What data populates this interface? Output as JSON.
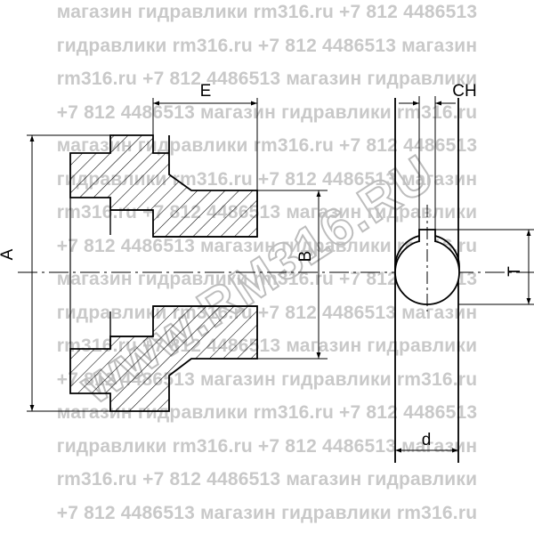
{
  "watermark": {
    "lines": [
      "магазин гидравлики rm316.ru +7 812 4486513",
      "гидравлики rm316.ru +7 812 4486513 магазин",
      "rm316.ru +7 812 4486513 магазин гидравлики",
      "+7 812 4486513 магазин гидравлики rm316.ru",
      "магазин гидравлики rm316.ru +7 812 4486513",
      "гидравлики rm316.ru +7 812 4486513 магазин",
      "rm316.ru +7 812 4486513 магазин гидравлики",
      "+7 812 4486513 магазин гидравлики rm316.ru",
      "магазин гидравлики rm316.ru +7 812 4486513",
      "гидравлики rm316.ru +7 812 4486513 магазин",
      "rm316.ru +7 812 4486513 магазин гидравлики",
      "+7 812 4486513 магазин гидравлики rm316.ru",
      "магазин гидравлики rm316.ru +7 812 4486513",
      "гидравлики rm316.ru +7 812 4486513 магазин",
      "rm316.ru +7 812 4486513 магазин гидравлики",
      "+7 812 4486513 магазин гидравлики rm316.ru"
    ],
    "diagonal": "www.RM316.RU",
    "color": "#c9c9c9"
  },
  "dimensions": {
    "A": "A",
    "B": "B",
    "E": "E",
    "CH": "CH",
    "T": "T",
    "d": "d"
  }
}
